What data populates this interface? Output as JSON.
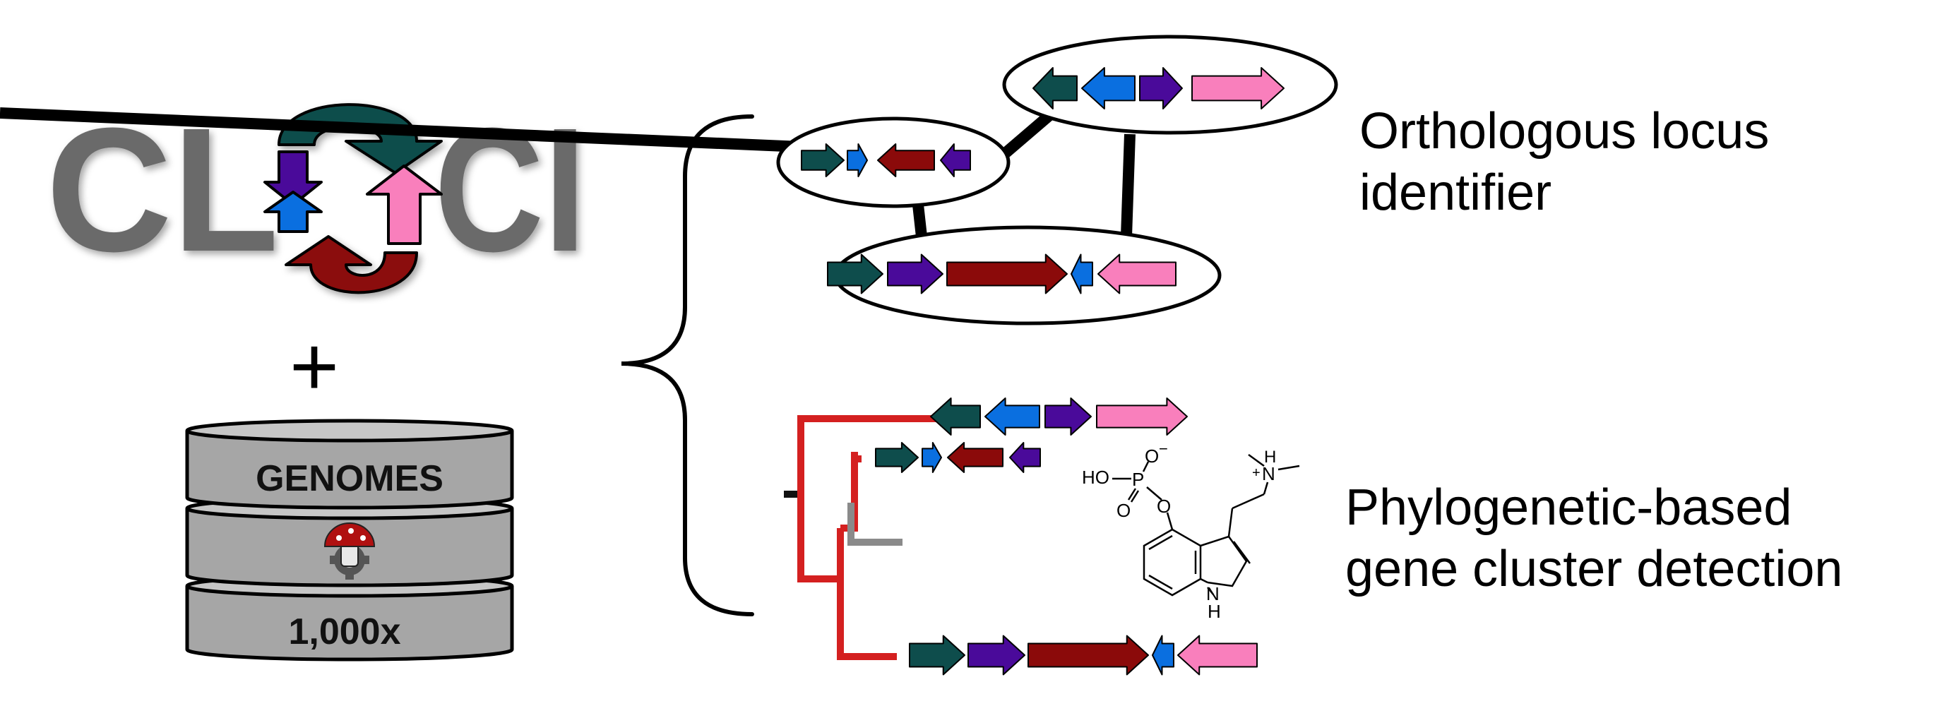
{
  "logo": {
    "left_letters": "CL",
    "right_letters": "CI",
    "plus_sign": "+",
    "colors": {
      "dark_green": "#0e4d4c",
      "dark_red": "#8b0a0a",
      "purple": "#4a0a9a",
      "blue": "#0a6fe0",
      "pink": "#f97fbc",
      "letters": "#6b6b6b",
      "tree_red": "#d42020",
      "tree_gray": "#8a8a8a"
    }
  },
  "database": {
    "genomes_label": "GENOMES",
    "count_label": "1,000x",
    "icon": "mushroom-gear-icon"
  },
  "module_one": {
    "line1": "Orthologous locus",
    "line2": "identifier"
  },
  "module_two": {
    "line1": "Phylogenetic-based",
    "line2": "gene cluster detection"
  },
  "molecule": {
    "ho": "HO",
    "p": "P",
    "o_minus": "O",
    "minus": "−",
    "o_bridge": "O",
    "o_double": "O",
    "n_plus": "N",
    "plus": "+",
    "h_n": "H",
    "nh": "N",
    "nh_h": "H"
  }
}
